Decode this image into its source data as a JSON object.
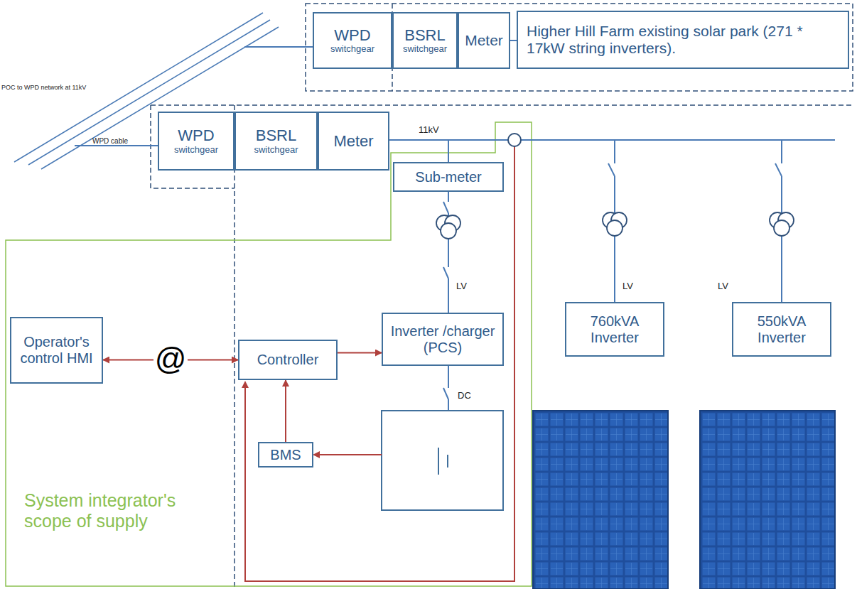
{
  "diagram": {
    "nodes": [
      {
        "text": [
          "WPD",
          "switchgear"
        ]
      },
      {
        "text": [
          "BSRL",
          "switchgear"
        ]
      },
      {
        "text": [
          "Meter"
        ]
      },
      {
        "text": [
          "Higher Hill Farm existing solar park (271 * 17kW string inverters)."
        ]
      },
      {
        "text": [
          "WPD",
          "switchgear"
        ]
      },
      {
        "text": [
          "BSRL",
          "switchgear"
        ]
      },
      {
        "text": [
          "Meter"
        ]
      },
      {
        "text": [
          "Sub-meter"
        ]
      },
      {
        "text": [
          "Operator's control HMI"
        ]
      },
      {
        "text": [
          "Controller"
        ]
      },
      {
        "text": [
          "Inverter /charger (PCS)"
        ]
      },
      {
        "text": [
          "BMS"
        ]
      },
      {
        "text": [
          "760kVA Inverter"
        ]
      },
      {
        "text": [
          "550kVA Inverter"
        ]
      }
    ],
    "edges": [
      {
        "from": 2,
        "to": 3,
        "arrow": "none"
      },
      {
        "from": 6,
        "to": 7,
        "arrow": "none"
      },
      {
        "from": 6,
        "to": 12,
        "arrow": "none"
      },
      {
        "from": 6,
        "to": 13,
        "arrow": "none"
      },
      {
        "from": 7,
        "to": 10,
        "arrow": "none"
      },
      {
        "from": 9,
        "to": 10,
        "arrow": "to"
      },
      {
        "from": 11,
        "to": 9,
        "arrow": "to"
      },
      {
        "from": 8,
        "to": 9,
        "label": "@",
        "arrow": "both"
      }
    ],
    "labels": [
      "POC to WPD network at 11kV",
      "WPD cable",
      "11kV",
      "LV",
      "LV",
      "LV",
      "DC",
      "System integrator's scope of supply"
    ]
  }
}
